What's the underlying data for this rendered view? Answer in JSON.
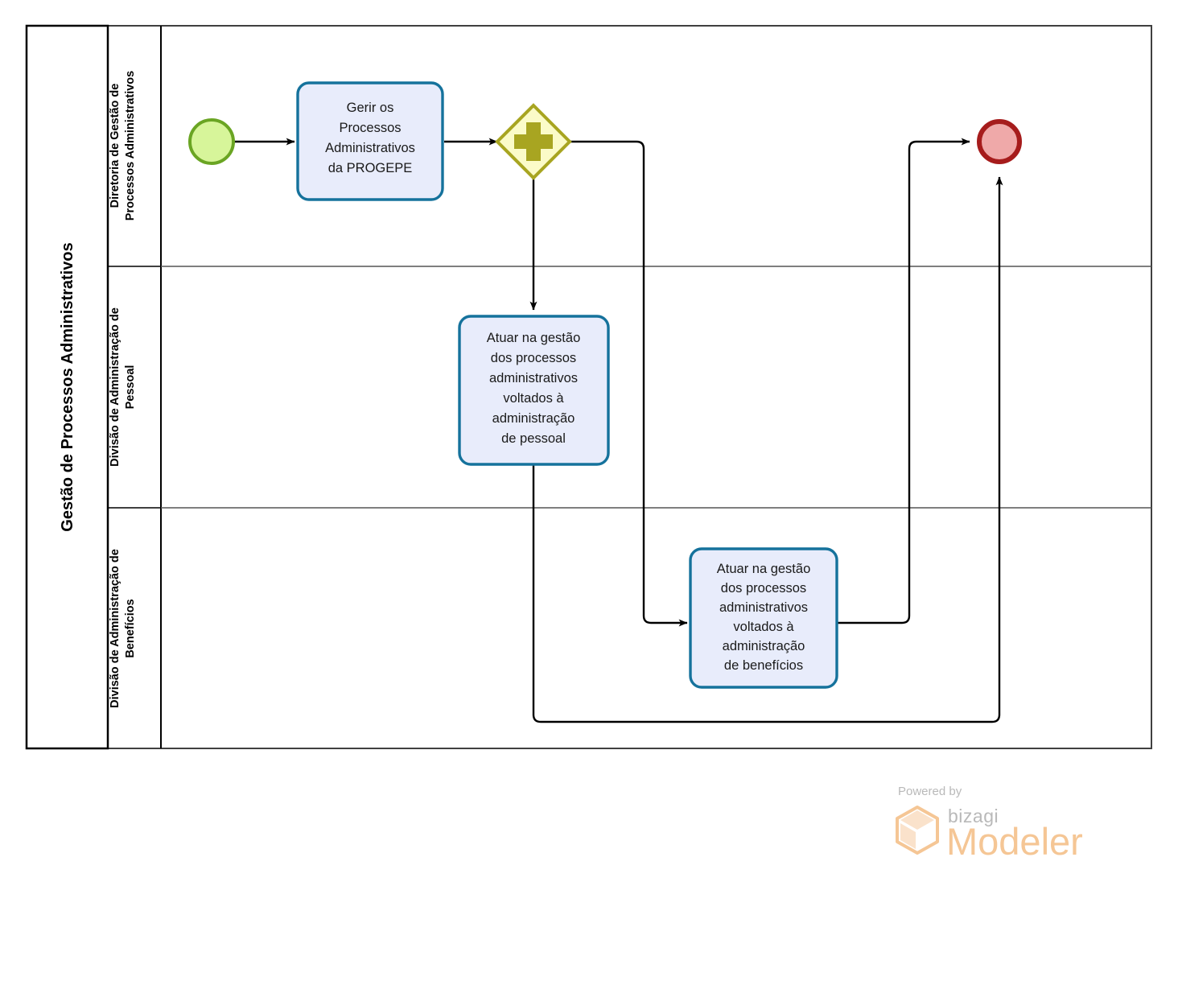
{
  "pool": {
    "title": "Gestão de Processos Administrativos"
  },
  "lanes": [
    {
      "id": "lane-diretoria",
      "title": "Diretoria de Gestão de Processos Administrativos"
    },
    {
      "id": "lane-pessoal",
      "title": "Divisão de Administração de Pessoal"
    },
    {
      "id": "lane-beneficios",
      "title": "Divisão de Administração de Benefícios"
    }
  ],
  "events": {
    "start": {
      "name": "start-event",
      "type": "none-start-event",
      "lane": "lane-diretoria"
    },
    "end": {
      "name": "end-event",
      "type": "none-end-event",
      "lane": "lane-diretoria"
    }
  },
  "gateway": {
    "name": "parallel-gateway",
    "type": "parallel",
    "symbol": "+",
    "lane": "lane-diretoria"
  },
  "tasks": [
    {
      "id": "task-gerir-processos",
      "lane": "lane-diretoria",
      "lines": [
        "Gerir os",
        "Processos",
        "Administrativos",
        "da PROGEPE"
      ]
    },
    {
      "id": "task-gestao-pessoal",
      "lane": "lane-pessoal",
      "lines": [
        "Atuar na gestão",
        "dos processos",
        "administrativos",
        "voltados à",
        "administração",
        "de pessoal"
      ]
    },
    {
      "id": "task-gestao-beneficios",
      "lane": "lane-beneficios",
      "lines": [
        "Atuar na gestão",
        "dos processos",
        "administrativos",
        "voltados à",
        "administração",
        "de benefícios"
      ]
    }
  ],
  "flows": [
    {
      "id": "flow-start-to-gerir",
      "from": "start-event",
      "to": "task-gerir-processos"
    },
    {
      "id": "flow-gerir-to-gateway",
      "from": "task-gerir-processos",
      "to": "parallel-gateway"
    },
    {
      "id": "flow-gateway-to-pessoal",
      "from": "parallel-gateway",
      "to": "task-gestao-pessoal"
    },
    {
      "id": "flow-gateway-to-beneficios",
      "from": "parallel-gateway",
      "to": "task-gestao-beneficios"
    },
    {
      "id": "flow-pessoal-to-end",
      "from": "task-gestao-pessoal",
      "to": "end-event"
    },
    {
      "id": "flow-beneficios-to-end",
      "from": "task-gestao-beneficios",
      "to": "end-event"
    }
  ],
  "watermark": {
    "powered_by": "Powered by",
    "brand": "bizagi",
    "product": "Modeler"
  },
  "colors": {
    "task_fill": "#e8ecfb",
    "task_stroke": "#15729c",
    "start_fill": "#d7f59a",
    "start_stroke": "#6aa523",
    "end_fill": "#efa9a9",
    "end_stroke": "#a61c1c",
    "gateway_fill": "#fbfbc8",
    "gateway_stroke": "#a8a521",
    "flow_stroke": "#000000",
    "watermark_orange": "#f5c695"
  }
}
